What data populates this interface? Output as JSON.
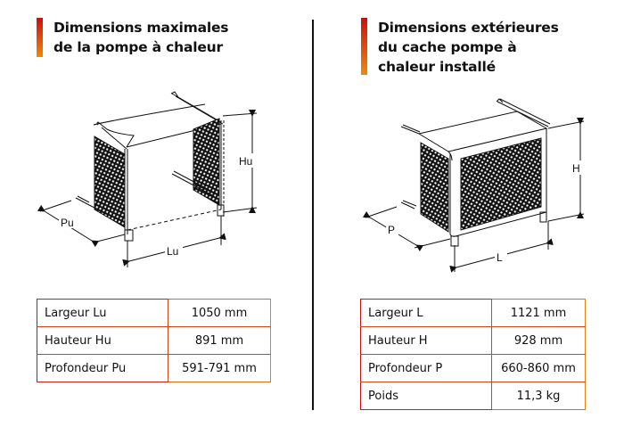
{
  "left_panel": {
    "heading": {
      "line1": "Dimensions maximales",
      "line2": "de la pompe à chaleur"
    },
    "diagram": {
      "subject": "heat-pump-wall-bracket-isometric",
      "labels": {
        "height": "Hu",
        "width": "Lu",
        "depth": "Pu"
      }
    },
    "table": {
      "rows": [
        {
          "label": "Largeur Lu",
          "value": "1050 mm"
        },
        {
          "label": "Hauteur Hu",
          "value": "891 mm"
        },
        {
          "label": "Profondeur Pu",
          "value": "591-791 mm"
        }
      ]
    }
  },
  "right_panel": {
    "heading": {
      "line1": "Dimensions extérieures",
      "line2": "du cache pompe à",
      "line3": "chaleur installé"
    },
    "diagram": {
      "subject": "heat-pump-cover-isometric",
      "labels": {
        "height": "H",
        "width": "L",
        "depth": "P"
      }
    },
    "table": {
      "rows": [
        {
          "label": "Largeur L",
          "value": "1121 mm"
        },
        {
          "label": "Hauteur H",
          "value": "928 mm"
        },
        {
          "label": "Profondeur P",
          "value": "660-860 mm"
        },
        {
          "label": "Poids",
          "value": "11,3 kg"
        }
      ]
    }
  },
  "colors": {
    "accent_gradient_start": "#c8100f",
    "accent_gradient_end": "#ef8a0c",
    "table_border_left": "#c8100f",
    "table_border_right": "#e8820c",
    "text": "#111111"
  }
}
